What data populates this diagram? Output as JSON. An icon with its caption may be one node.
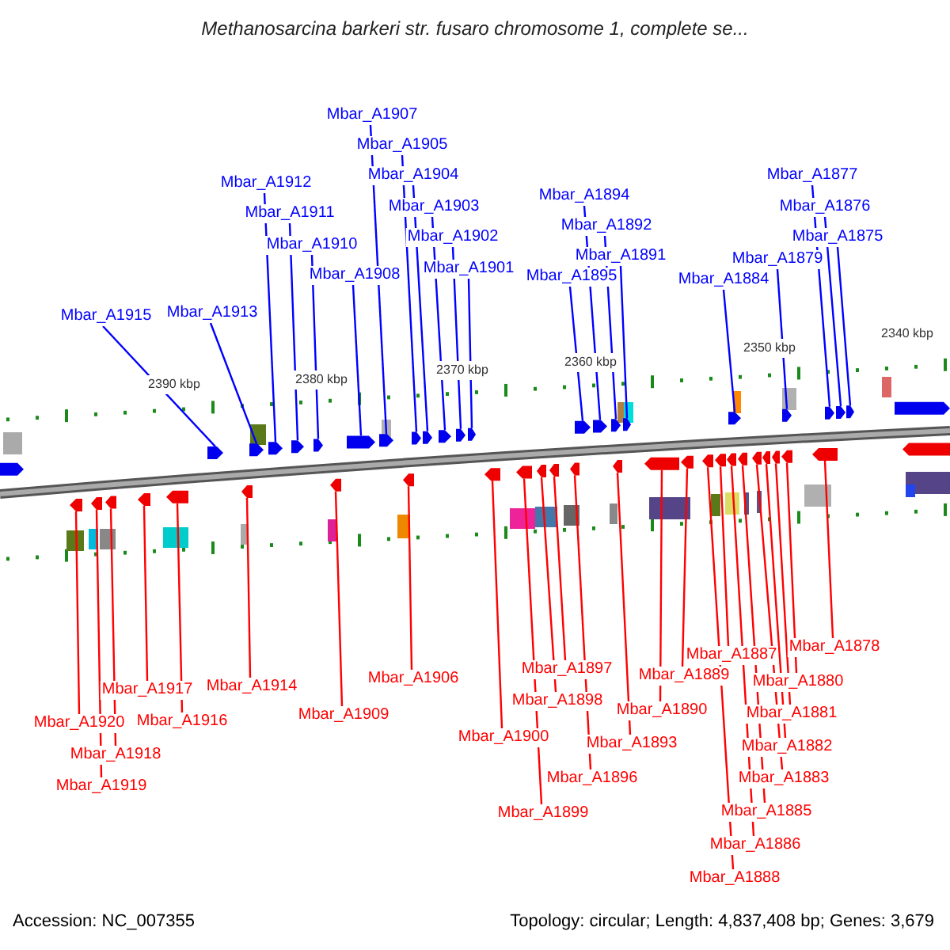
{
  "diagram": {
    "title": "Methanosarcina barkeri str. fusaro chromosome 1, complete se...",
    "nodes": [
      {
        "text": [
          "Mbar_A1915"
        ]
      },
      {
        "text": [
          "Mbar_A1913"
        ]
      },
      {
        "text": [
          "Mbar_A1912"
        ]
      },
      {
        "text": [
          "Mbar_A1911"
        ]
      },
      {
        "text": [
          "Mbar_A1910"
        ]
      },
      {
        "text": [
          "Mbar_A1908"
        ]
      },
      {
        "text": [
          "Mbar_A1907"
        ]
      },
      {
        "text": [
          "Mbar_A1905"
        ]
      },
      {
        "text": [
          "Mbar_A1904"
        ]
      },
      {
        "text": [
          "Mbar_A1903"
        ]
      },
      {
        "text": [
          "Mbar_A1902"
        ]
      },
      {
        "text": [
          "Mbar_A1901"
        ]
      },
      {
        "text": [
          "Mbar_A1895"
        ]
      },
      {
        "text": [
          "Mbar_A1894"
        ]
      },
      {
        "text": [
          "Mbar_A1892"
        ]
      },
      {
        "text": [
          "Mbar_A1891"
        ]
      },
      {
        "text": [
          "Mbar_A1884"
        ]
      },
      {
        "text": [
          "Mbar_A1879"
        ]
      },
      {
        "text": [
          "Mbar_A1877"
        ]
      },
      {
        "text": [
          "Mbar_A1876"
        ]
      },
      {
        "text": [
          "Mbar_A1875"
        ]
      },
      {
        "text": [
          "Mbar_A1920"
        ]
      },
      {
        "text": [
          "Mbar_A1919"
        ]
      },
      {
        "text": [
          "Mbar_A1918"
        ]
      },
      {
        "text": [
          "Mbar_A1917"
        ]
      },
      {
        "text": [
          "Mbar_A1916"
        ]
      },
      {
        "text": [
          "Mbar_A1914"
        ]
      },
      {
        "text": [
          "Mbar_A1909"
        ]
      },
      {
        "text": [
          "Mbar_A1906"
        ]
      },
      {
        "text": [
          "Mbar_A1900"
        ]
      },
      {
        "text": [
          "Mbar_A1899"
        ]
      },
      {
        "text": [
          "Mbar_A1898"
        ]
      },
      {
        "text": [
          "Mbar_A1897"
        ]
      },
      {
        "text": [
          "Mbar_A1896"
        ]
      },
      {
        "text": [
          "Mbar_A1893"
        ]
      },
      {
        "text": [
          "Mbar_A1890"
        ]
      },
      {
        "text": [
          "Mbar_A1889"
        ]
      },
      {
        "text": [
          "Mbar_A1888"
        ]
      },
      {
        "text": [
          "Mbar_A1887"
        ]
      },
      {
        "text": [
          "Mbar_A1886"
        ]
      },
      {
        "text": [
          "Mbar_A1885"
        ]
      },
      {
        "text": [
          "Mbar_A1883"
        ]
      },
      {
        "text": [
          "Mbar_A1882"
        ]
      },
      {
        "text": [
          "Mbar_A1881"
        ]
      },
      {
        "text": [
          "Mbar_A1880"
        ]
      },
      {
        "text": [
          "Mbar_A1878"
        ]
      },
      {
        "text": [],
        "shape": "arrow"
      },
      {
        "text": [],
        "shape": "arrow"
      },
      {
        "text": [],
        "shape": "arrow"
      },
      {
        "text": [],
        "shape": "arrow"
      },
      {
        "text": [],
        "shape": "arrow"
      },
      {
        "text": [],
        "shape": "arrow"
      },
      {
        "text": [],
        "shape": "arrow"
      },
      {
        "text": [],
        "shape": "arrow"
      },
      {
        "text": [],
        "shape": "arrow"
      },
      {
        "text": [],
        "shape": "arrow"
      },
      {
        "text": [],
        "shape": "arrow"
      },
      {
        "text": [],
        "shape": "arrow"
      },
      {
        "text": [],
        "shape": "arrow"
      },
      {
        "text": [],
        "shape": "arrow"
      },
      {
        "text": [],
        "shape": "arrow"
      },
      {
        "text": [],
        "shape": "arrow"
      },
      {
        "text": [],
        "shape": "arrow"
      },
      {
        "text": [],
        "shape": "arrow"
      },
      {
        "text": [],
        "shape": "arrow"
      },
      {
        "text": [],
        "shape": "arrow"
      },
      {
        "text": [],
        "shape": "arrow"
      },
      {
        "text": [],
        "shape": "arrow"
      },
      {
        "text": [],
        "shape": "arrow"
      },
      {
        "text": [],
        "shape": "arrow"
      },
      {
        "text": [],
        "shape": "arrow"
      },
      {
        "text": [],
        "shape": "arrow"
      },
      {
        "text": [],
        "shape": "arrow"
      },
      {
        "text": [],
        "shape": "arrow"
      },
      {
        "text": [],
        "shape": "arrow"
      },
      {
        "text": [],
        "shape": "arrow"
      },
      {
        "text": [],
        "shape": "arrow"
      },
      {
        "text": [],
        "shape": "arrow"
      },
      {
        "text": [],
        "shape": "arrow"
      },
      {
        "text": [],
        "shape": "arrow"
      },
      {
        "text": [],
        "shape": "arrow"
      },
      {
        "text": [],
        "shape": "arrow"
      },
      {
        "text": [],
        "shape": "arrow"
      },
      {
        "text": [],
        "shape": "arrow"
      },
      {
        "text": [],
        "shape": "arrow"
      },
      {
        "text": [],
        "shape": "arrow"
      },
      {
        "text": [],
        "shape": "arrow"
      },
      {
        "text": [],
        "shape": "arrow"
      },
      {
        "text": [],
        "shape": "arrow"
      },
      {
        "text": [],
        "shape": "arrow"
      },
      {
        "text": [],
        "shape": "arrow"
      },
      {
        "text": [],
        "shape": "arrow"
      }
    ],
    "edges": [
      {
        "from": 0,
        "to": 46,
        "arrow": "none",
        "color": "#0000ff"
      },
      {
        "from": 1,
        "to": 47,
        "arrow": "none",
        "color": "#0000ff"
      },
      {
        "from": 2,
        "to": 48,
        "arrow": "none",
        "color": "#0000ff"
      },
      {
        "from": 3,
        "to": 49,
        "arrow": "none",
        "color": "#0000ff"
      },
      {
        "from": 4,
        "to": 50,
        "arrow": "none",
        "color": "#0000ff"
      },
      {
        "from": 5,
        "to": 51,
        "arrow": "none",
        "color": "#0000ff"
      },
      {
        "from": 6,
        "to": 52,
        "arrow": "none",
        "color": "#0000ff"
      },
      {
        "from": 7,
        "to": 53,
        "arrow": "none",
        "color": "#0000ff"
      },
      {
        "from": 8,
        "to": 54,
        "arrow": "none",
        "color": "#0000ff"
      },
      {
        "from": 9,
        "to": 55,
        "arrow": "none",
        "color": "#0000ff"
      },
      {
        "from": 10,
        "to": 56,
        "arrow": "none",
        "color": "#0000ff"
      },
      {
        "from": 11,
        "to": 57,
        "arrow": "none",
        "color": "#0000ff"
      },
      {
        "from": 12,
        "to": 58,
        "arrow": "none",
        "color": "#0000ff"
      },
      {
        "from": 13,
        "to": 59,
        "arrow": "none",
        "color": "#0000ff"
      },
      {
        "from": 14,
        "to": 60,
        "arrow": "none",
        "color": "#0000ff"
      },
      {
        "from": 15,
        "to": 61,
        "arrow": "none",
        "color": "#0000ff"
      },
      {
        "from": 16,
        "to": 62,
        "arrow": "none",
        "color": "#0000ff"
      },
      {
        "from": 17,
        "to": 63,
        "arrow": "none",
        "color": "#0000ff"
      },
      {
        "from": 18,
        "to": 64,
        "arrow": "none",
        "color": "#0000ff"
      },
      {
        "from": 19,
        "to": 65,
        "arrow": "none",
        "color": "#0000ff"
      },
      {
        "from": 20,
        "to": 66,
        "arrow": "none",
        "color": "#0000ff"
      },
      {
        "from": 21,
        "to": 67,
        "arrow": "none"
      },
      {
        "from": 22,
        "to": 68,
        "arrow": "none"
      },
      {
        "from": 23,
        "to": 69,
        "arrow": "none"
      },
      {
        "from": 24,
        "to": 70,
        "arrow": "none"
      },
      {
        "from": 25,
        "to": 71,
        "arrow": "none"
      },
      {
        "from": 26,
        "to": 72,
        "arrow": "none"
      },
      {
        "from": 27,
        "to": 73,
        "arrow": "none"
      },
      {
        "from": 28,
        "to": 74,
        "arrow": "none"
      },
      {
        "from": 29,
        "to": 75,
        "arrow": "none"
      },
      {
        "from": 30,
        "to": 76,
        "arrow": "none"
      },
      {
        "from": 31,
        "to": 77,
        "arrow": "none"
      },
      {
        "from": 32,
        "to": 78,
        "arrow": "none"
      },
      {
        "from": 33,
        "to": 79,
        "arrow": "none"
      },
      {
        "from": 34,
        "to": 80,
        "arrow": "none"
      },
      {
        "from": 35,
        "to": 81,
        "arrow": "none"
      },
      {
        "from": 36,
        "to": 82,
        "arrow": "none"
      },
      {
        "from": 37,
        "to": 83,
        "arrow": "none"
      },
      {
        "from": 38,
        "to": 84,
        "arrow": "none"
      },
      {
        "from": 39,
        "to": 85,
        "arrow": "none"
      },
      {
        "from": 40,
        "to": 86,
        "arrow": "none"
      },
      {
        "from": 41,
        "to": 87,
        "arrow": "none"
      },
      {
        "from": 42,
        "to": 88,
        "arrow": "none"
      },
      {
        "from": 43,
        "to": 89,
        "arrow": "none"
      },
      {
        "from": 44,
        "to": 90,
        "arrow": "none"
      },
      {
        "from": 45,
        "to": 91,
        "arrow": "none"
      }
    ],
    "labels": [
      "2390 kbp",
      "2380 kbp",
      "2370 kbp",
      "2360 kbp",
      "2350 kbp",
      "2340 kbp",
      "Accession: NC_007355",
      "Topology: circular; Length: 4,837,408 bp; Genes: 3,679"
    ]
  }
}
